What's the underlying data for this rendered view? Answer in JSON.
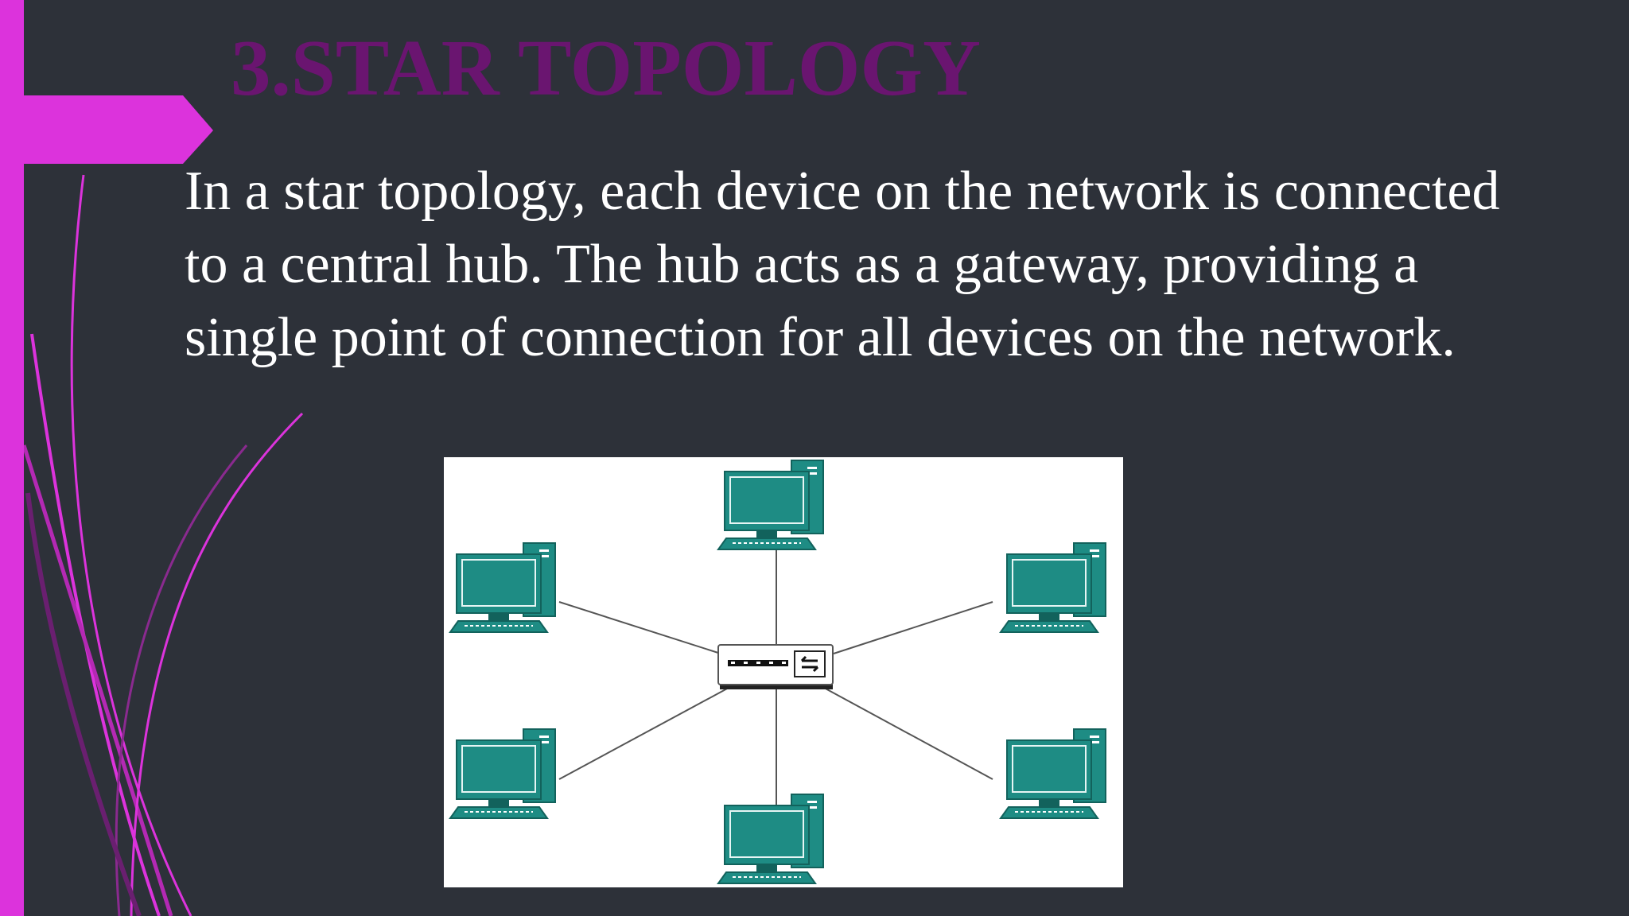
{
  "slide": {
    "title": "3.STAR TOPOLOGY",
    "body": "In a star topology, each device on the network is connected to a central hub. The hub acts as a gateway, providing a single point of connection for all devices on the network."
  },
  "colors": {
    "background": "#2d3139",
    "accent": "#dc33dc",
    "title": "#6a1570",
    "body_text": "#ffffff",
    "computer": "#1e8c84",
    "computer_dark": "#12625c"
  },
  "diagram": {
    "hub_icon": "switch-hub-icon",
    "computer_icon": "desktop-computer-icon",
    "computers": [
      "top",
      "top-left",
      "top-right",
      "bottom-left",
      "bottom-right",
      "bottom"
    ]
  }
}
